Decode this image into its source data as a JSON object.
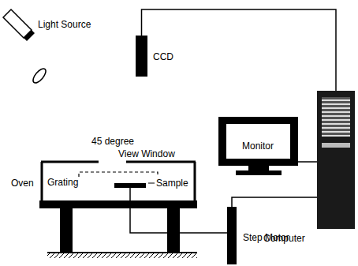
{
  "diagram": {
    "nodes": [
      {
        "text": [
          "CCD"
        ]
      },
      {
        "text": [
          "Monitor"
        ]
      },
      {
        "text": [
          "Computer"
        ]
      },
      {
        "text": [
          "Step Motor"
        ]
      }
    ],
    "edges": [
      {
        "from": 0,
        "to": 2,
        "arrow": "none"
      },
      {
        "from": 1,
        "to": 2,
        "arrow": "none"
      },
      {
        "from": 2,
        "to": 3,
        "arrow": "none"
      }
    ],
    "labels": [
      "Light Source",
      "45 degree",
      "View Window",
      "Oven",
      "Grating",
      "Sample"
    ]
  }
}
